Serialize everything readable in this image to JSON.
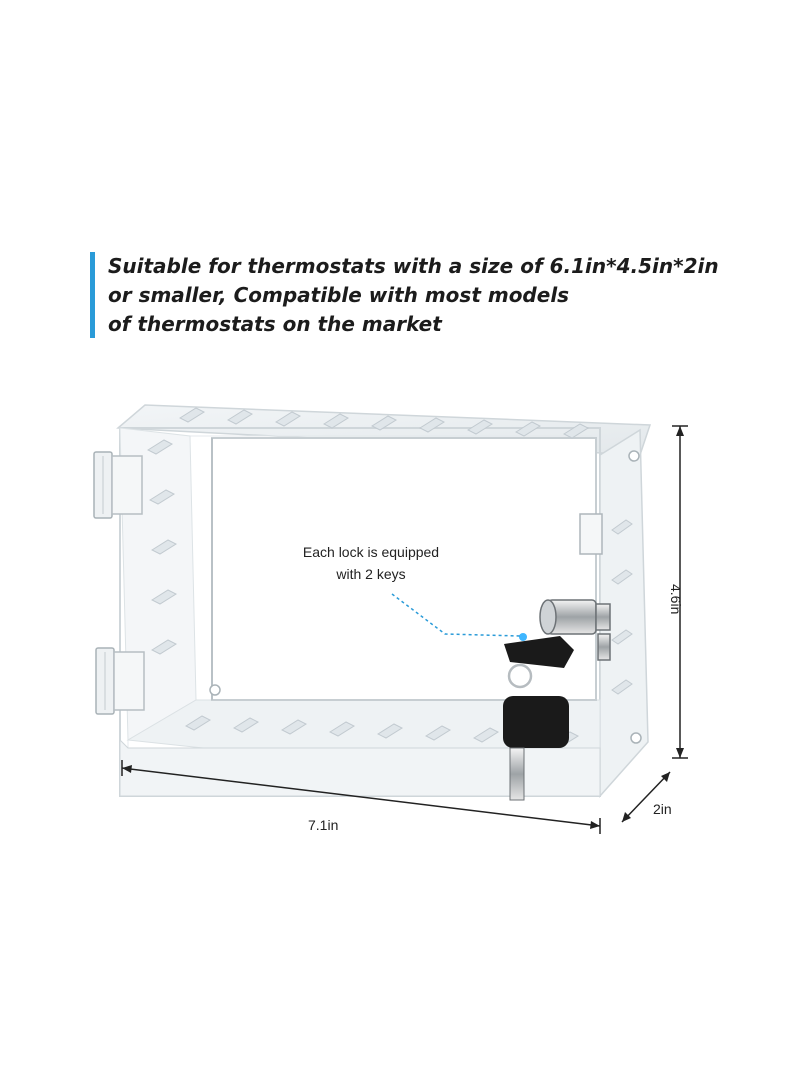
{
  "headline": {
    "lines": [
      "Suitable for thermostats with a size of 6.1in*4.5in*2in",
      "or smaller, Compatible with most models",
      "of thermostats on the market"
    ]
  },
  "callout": {
    "lines": [
      "Each lock is equipped",
      "with 2 keys"
    ]
  },
  "dimensions": {
    "width": "7.1in",
    "height": "4.6in",
    "depth": "2in"
  },
  "colors": {
    "accent": "#2a9bd8",
    "text": "#1c1c1c",
    "key": "#1a1a1a",
    "indicator": "#3fb6ff"
  },
  "icons": [
    "lock-icon",
    "key-icon",
    "hinge-icon"
  ]
}
